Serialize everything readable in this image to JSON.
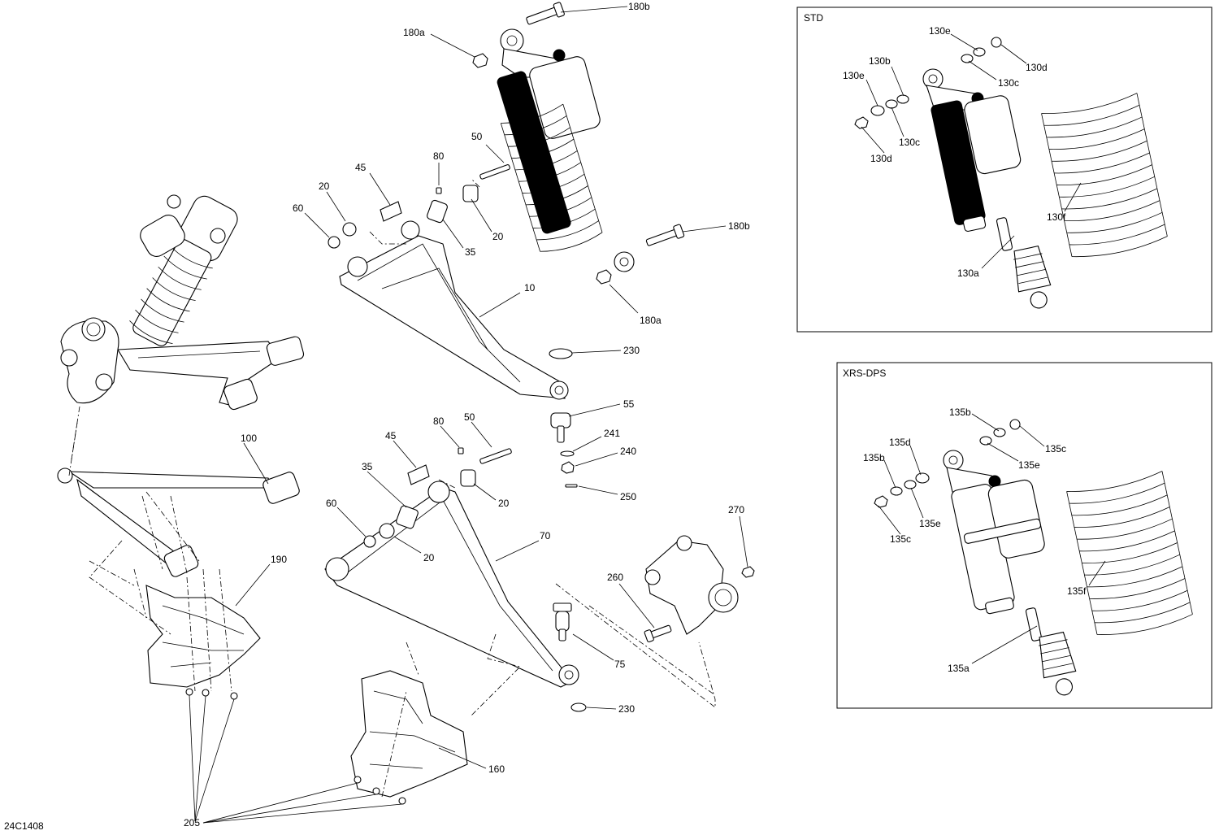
{
  "drawing_code": "24C1408",
  "variants": [
    {
      "title": "STD"
    },
    {
      "title": "XRS-DPS"
    }
  ],
  "callouts": {
    "p180b_top": "180b",
    "p180a_top": "180a",
    "p80_upper": "80",
    "p50_upper": "50",
    "p45_upper": "45",
    "p20_upper_left": "20",
    "p60_upper": "60",
    "p20_upper_right": "20",
    "p35_upper": "35",
    "p180b_mid": "180b",
    "p180a_mid": "180a",
    "p10": "10",
    "p230_upper": "230",
    "p55": "55",
    "p241": "241",
    "p240": "240",
    "p250": "250",
    "p100": "100",
    "p80_lower": "80",
    "p50_lower": "50",
    "p45_lower": "45",
    "p35_lower": "35",
    "p60_lower": "60",
    "p20_lower_right": "20",
    "p20_lower_left": "20",
    "p70": "70",
    "p270": "270",
    "p260": "260",
    "p190": "190",
    "p75": "75",
    "p230_lower": "230",
    "p160": "160",
    "p205": "205",
    "std_130e_top": "130e",
    "std_130d_top": "130d",
    "std_130b": "130b",
    "std_130c_top": "130c",
    "std_130e_left": "130e",
    "std_130c_mid": "130c",
    "std_130d_left": "130d",
    "std_130f": "130f",
    "std_130a": "130a",
    "xrs_135b_top": "135b",
    "xrs_135c_top": "135c",
    "xrs_135d": "135d",
    "xrs_135e_top": "135e",
    "xrs_135b_left": "135b",
    "xrs_135e_mid": "135e",
    "xrs_135c_left": "135c",
    "xrs_135f": "135f",
    "xrs_135a": "135a"
  }
}
